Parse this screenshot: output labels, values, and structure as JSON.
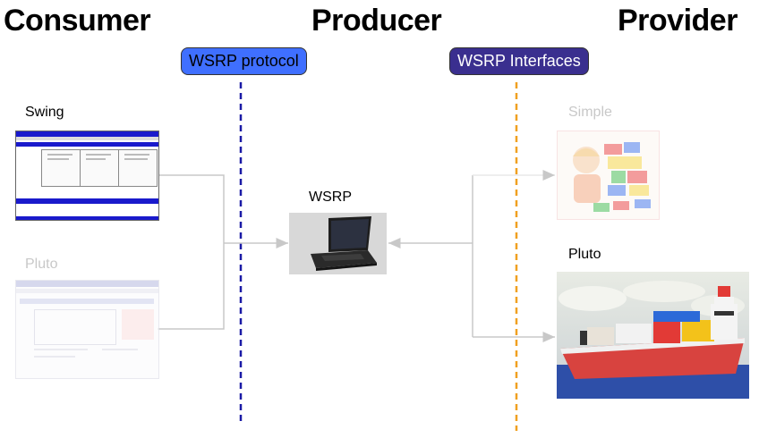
{
  "headings": {
    "consumer": "Consumer",
    "producer": "Producer",
    "provider": "Provider"
  },
  "tags": {
    "protocol": "WSRP protocol",
    "interfaces": "WSRP Interfaces"
  },
  "consumers": {
    "swing": "Swing",
    "pluto": "Pluto"
  },
  "producer_node": "WSRP",
  "providers": {
    "simple": "Simple",
    "pluto": "Pluto"
  },
  "colors": {
    "protocol_tag": "#3f6fff",
    "interfaces_tag": "#3a2f8f",
    "protocol_line": "#1a1aa6",
    "interfaces_line": "#f0a020",
    "connector": "#c8c8c8"
  }
}
